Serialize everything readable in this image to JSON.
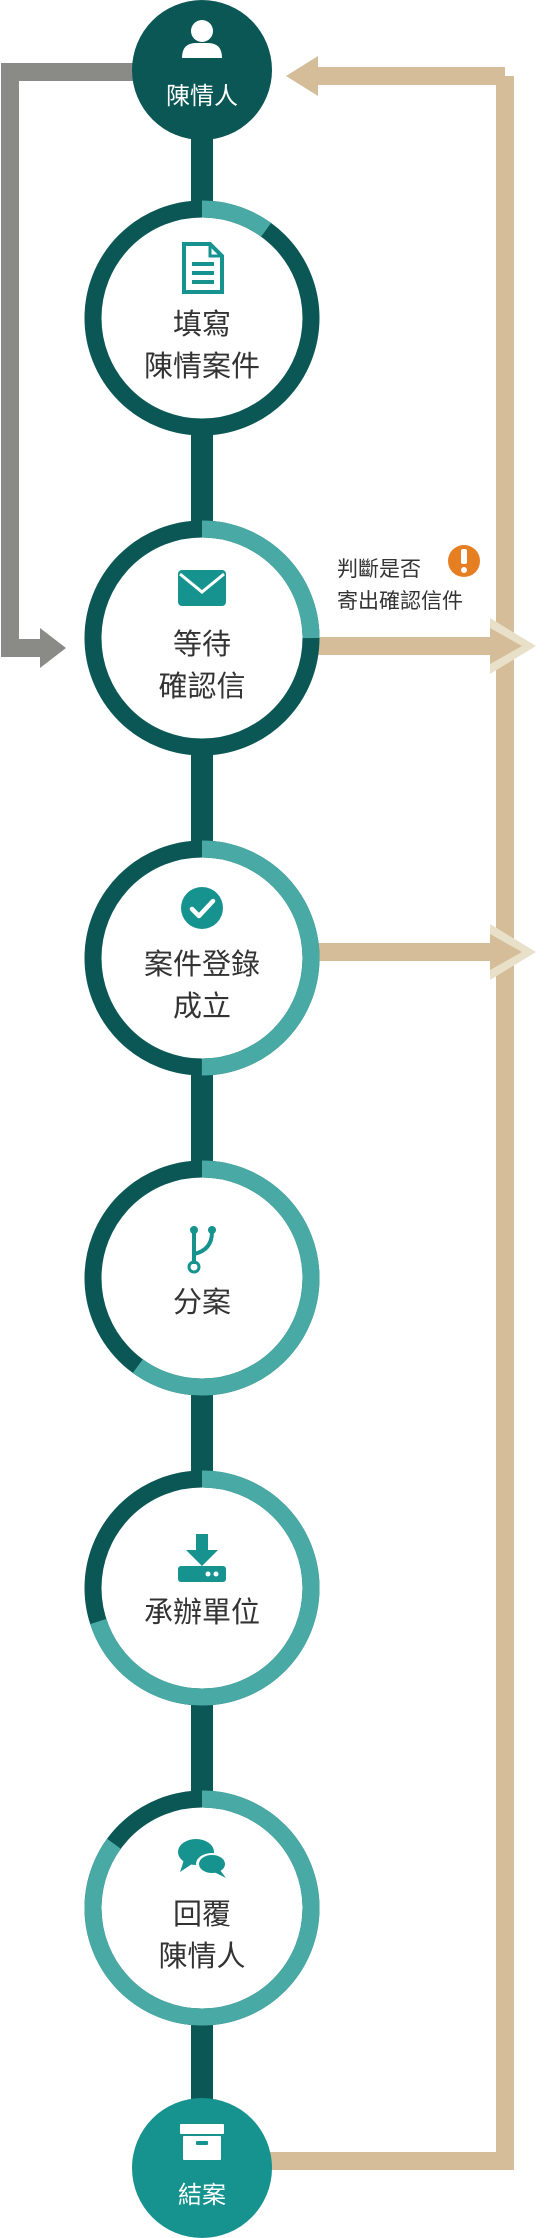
{
  "colors": {
    "dark_teal": "#0a5755",
    "light_teal": "#48a9a5",
    "end_teal": "#16938f",
    "tan": "#d4bd98",
    "gray": "#8a8a87",
    "alert_orange": "#e67e22"
  },
  "start": {
    "icon": "user-icon",
    "label": "陳情人"
  },
  "steps": [
    {
      "icon": "document-icon",
      "lines": [
        "填寫",
        "陳情案件"
      ],
      "progress": 0.1
    },
    {
      "icon": "envelope-icon",
      "lines": [
        "等待",
        "確認信"
      ],
      "progress": 0.25
    },
    {
      "icon": "check-circle-icon",
      "lines": [
        "案件登錄",
        "成立"
      ],
      "progress": 0.5
    },
    {
      "icon": "branch-icon",
      "lines": [
        "分案"
      ],
      "progress": 0.6
    },
    {
      "icon": "download-icon",
      "lines": [
        "承辦單位"
      ],
      "progress": 0.7
    },
    {
      "icon": "chat-icon",
      "lines": [
        "回覆",
        "陳情人"
      ],
      "progress": 0.85
    }
  ],
  "note": {
    "lines": [
      "判斷是否",
      "寄出確認信件"
    ],
    "icon": "exclamation-icon"
  },
  "end": {
    "icon": "archive-icon",
    "label": "結案"
  }
}
